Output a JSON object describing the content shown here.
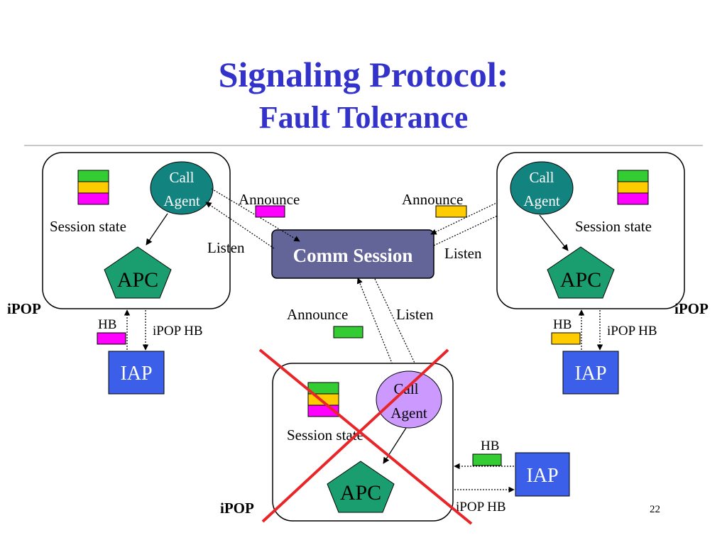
{
  "title": {
    "line1": "Signaling Protocol:",
    "line2": "Fault Tolerance"
  },
  "colors": {
    "title": "#3333cc",
    "agent": "#138380",
    "failed_agent": "#cc99ff",
    "apc": "#1a9e70",
    "iap": "#3b5fe8",
    "comm_session": "#636599",
    "state_green": "#33cc33",
    "state_yellow": "#ffcc00",
    "state_magenta": "#ff00ff",
    "failure_cross": "#e8262a"
  },
  "labels": {
    "call": "Call",
    "agent": "Agent",
    "apc": "APC",
    "iap": "IAP",
    "session_state": "Session state",
    "ipop": "iPOP",
    "hb": "HB",
    "ipop_hb": "iPOP HB",
    "announce": "Announce",
    "listen": "Listen"
  },
  "comm_session": {
    "label": "Comm Session"
  },
  "page_number": "22"
}
